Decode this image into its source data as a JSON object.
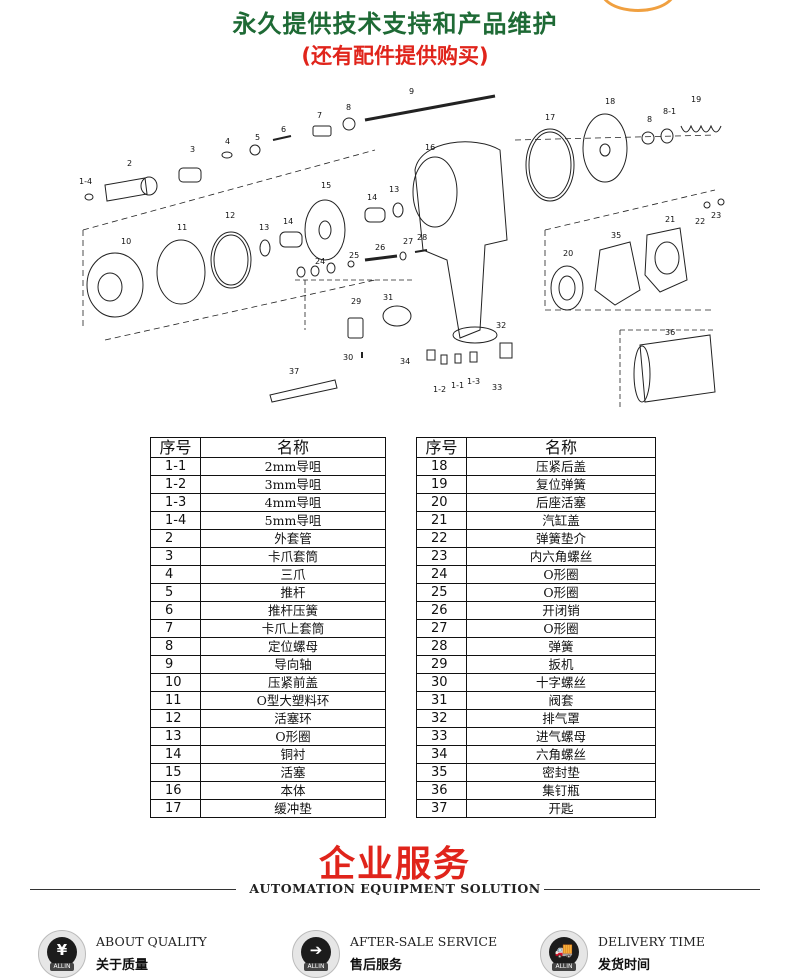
{
  "header": {
    "title": "永久提供技术支持和产品维护",
    "subtitle": "(还有配件提供购买)"
  },
  "diagram_labels": {
    "p1_4": "1-4",
    "p2": "2",
    "p3": "3",
    "p4": "4",
    "p5": "5",
    "p6": "6",
    "p7": "7",
    "p8": "8",
    "p9": "9",
    "p10": "10",
    "p11": "11",
    "p12": "12",
    "p13a": "13",
    "p14a": "14",
    "p15": "15",
    "p14b": "14",
    "p13b": "13",
    "p16": "16",
    "p17": "17",
    "p18": "18",
    "p8b": "8",
    "p8_1": "8-1",
    "p19": "19",
    "p24": "24",
    "p25": "25",
    "p26": "26",
    "p27": "27",
    "p28": "28",
    "p20": "20",
    "p35": "35",
    "p21": "21",
    "p22": "22",
    "p23": "23",
    "p29": "29",
    "p31": "31",
    "p30": "30",
    "p32": "32",
    "p34": "34",
    "p1_2": "1-2",
    "p1_1": "1-1",
    "p1_3": "1-3",
    "p33": "33",
    "p36": "36",
    "p37": "37"
  },
  "parts_table": {
    "col_no": "序号",
    "col_name": "名称",
    "left": [
      {
        "no": "1-1",
        "name": "2mm导咀"
      },
      {
        "no": "1-2",
        "name": "3mm导咀"
      },
      {
        "no": "1-3",
        "name": "4mm导咀"
      },
      {
        "no": "1-4",
        "name": "5mm导咀"
      },
      {
        "no": "2",
        "name": "外套管"
      },
      {
        "no": "3",
        "name": "卡爪套筒"
      },
      {
        "no": "4",
        "name": "三爪"
      },
      {
        "no": "5",
        "name": "推杆"
      },
      {
        "no": "6",
        "name": "推杆压簧"
      },
      {
        "no": "7",
        "name": "卡爪上套筒"
      },
      {
        "no": "8",
        "name": "定位螺母"
      },
      {
        "no": "9",
        "name": "导向轴"
      },
      {
        "no": "10",
        "name": "压紧前盖"
      },
      {
        "no": "11",
        "name": "O型大塑料环"
      },
      {
        "no": "12",
        "name": "活塞环"
      },
      {
        "no": "13",
        "name": "O形圈"
      },
      {
        "no": "14",
        "name": "铜衬"
      },
      {
        "no": "15",
        "name": "活塞"
      },
      {
        "no": "16",
        "name": "本体"
      },
      {
        "no": "17",
        "name": "缓冲垫"
      }
    ],
    "right": [
      {
        "no": "18",
        "name": "压紧后盖"
      },
      {
        "no": "19",
        "name": "复位弹簧"
      },
      {
        "no": "20",
        "name": "后座活塞"
      },
      {
        "no": "21",
        "name": "汽缸盖"
      },
      {
        "no": "22",
        "name": "弹簧垫介"
      },
      {
        "no": "23",
        "name": "内六角螺丝"
      },
      {
        "no": "24",
        "name": "O形圈"
      },
      {
        "no": "25",
        "name": "O形圈"
      },
      {
        "no": "26",
        "name": "开闭销"
      },
      {
        "no": "27",
        "name": "O形圈"
      },
      {
        "no": "28",
        "name": "弹簧"
      },
      {
        "no": "29",
        "name": "扳机"
      },
      {
        "no": "30",
        "name": "十字螺丝"
      },
      {
        "no": "31",
        "name": "阀套"
      },
      {
        "no": "32",
        "name": "排气罩"
      },
      {
        "no": "33",
        "name": "进气螺母"
      },
      {
        "no": "34",
        "name": "六角螺丝"
      },
      {
        "no": "35",
        "name": "密封垫"
      },
      {
        "no": "36",
        "name": "集钉瓶"
      },
      {
        "no": "37",
        "name": "开匙"
      }
    ]
  },
  "service": {
    "title": "企业服务",
    "subtitle": "AUTOMATION EQUIPMENT SOLUTION",
    "features": [
      {
        "en": "ABOUT QUALITY",
        "cn": "关于质量",
        "glyph": "¥",
        "badge_tag": "ALLIN",
        "icon": "yen-icon"
      },
      {
        "en": "AFTER-SALE SERVICE",
        "cn": "售后服务",
        "glyph": "➔",
        "badge_tag": "ALLIN",
        "icon": "arrow-right-icon"
      },
      {
        "en": "DELIVERY TIME",
        "cn": "发货时间",
        "glyph": "🚚",
        "badge_tag": "ALLIN",
        "icon": "truck-icon"
      }
    ]
  },
  "colors": {
    "headline": "#1e6a35",
    "accent_red": "#e0241b"
  }
}
